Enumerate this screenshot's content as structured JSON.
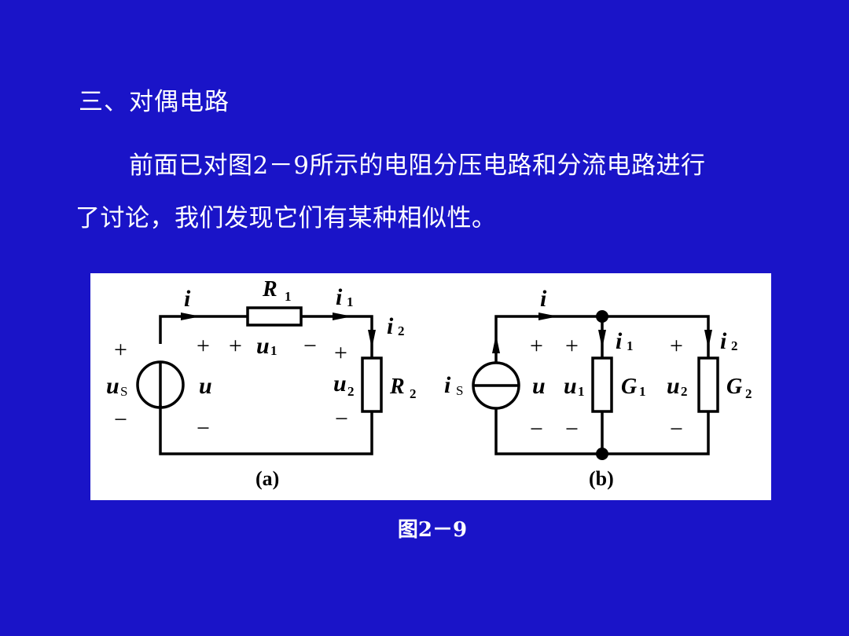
{
  "heading": "三、对偶电路",
  "paragraph": {
    "line1": "前面已对图2－9所示的电阻分压电路和分流电路进行",
    "line2": "了讨论，我们发现它们有某种相似性。"
  },
  "figure": {
    "a": {
      "caption": "(a)",
      "labels": {
        "i": "i",
        "R": "R",
        "R_sub": "1",
        "i1": "i",
        "i1_sub": "1",
        "i2": "i",
        "i2_sub": "2",
        "plus": "+",
        "minus": "−",
        "us": "u",
        "us_sub": "S",
        "u": "u",
        "u1": "u",
        "u1_sub": "1",
        "u2": "u",
        "u2_sub": "2",
        "R2": "R",
        "R2_sub": "2"
      }
    },
    "b": {
      "caption": "(b)",
      "labels": {
        "i": "i",
        "is": "i",
        "is_sub": "S",
        "u": "u",
        "u1": "u",
        "u1_sub": "1",
        "G1": "G",
        "G1_sub": "1",
        "u2": "u",
        "u2_sub": "2",
        "G2": "G",
        "G2_sub": "2",
        "i1": "i",
        "i1_sub": "1",
        "i2": "i",
        "i2_sub": "2",
        "plus": "+",
        "minus": "−"
      }
    }
  },
  "caption": "图2－9"
}
